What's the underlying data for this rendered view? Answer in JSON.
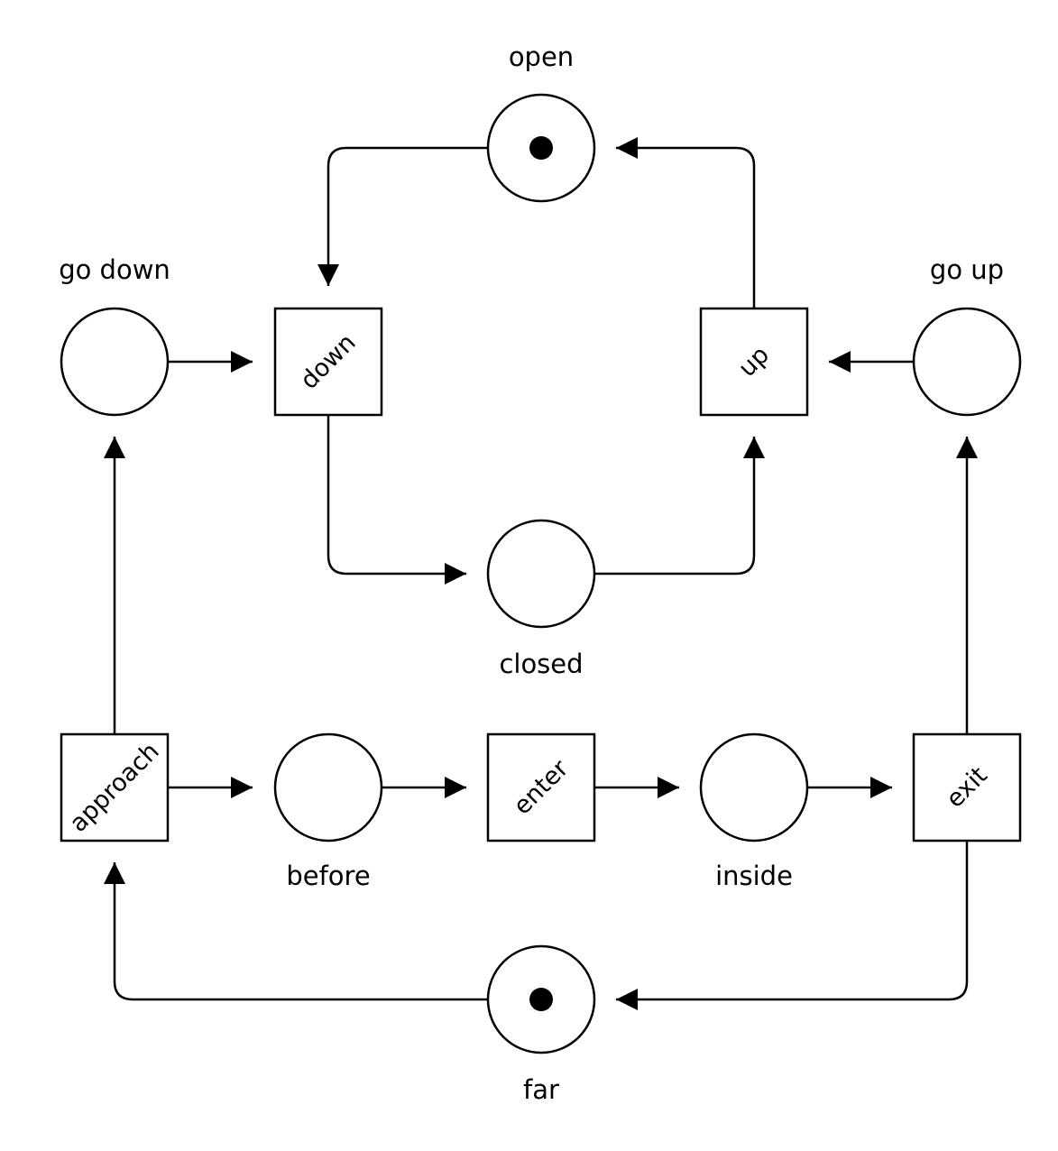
{
  "places": {
    "open": {
      "label": "open",
      "tokens": 1
    },
    "go_down": {
      "label": "go down",
      "tokens": 0
    },
    "go_up": {
      "label": "go up",
      "tokens": 0
    },
    "closed": {
      "label": "closed",
      "tokens": 0
    },
    "before": {
      "label": "before",
      "tokens": 0
    },
    "inside": {
      "label": "inside",
      "tokens": 0
    },
    "far": {
      "label": "far",
      "tokens": 1
    }
  },
  "transitions": {
    "down": {
      "label": "down"
    },
    "up": {
      "label": "up"
    },
    "approach": {
      "label": "approach"
    },
    "enter": {
      "label": "enter"
    },
    "exit": {
      "label": "exit"
    }
  },
  "arcs": [
    {
      "from": "open",
      "to": "down"
    },
    {
      "from": "up",
      "to": "open"
    },
    {
      "from": "go_down",
      "to": "down"
    },
    {
      "from": "go_up",
      "to": "up"
    },
    {
      "from": "down",
      "to": "closed"
    },
    {
      "from": "closed",
      "to": "up"
    },
    {
      "from": "approach",
      "to": "go_down"
    },
    {
      "from": "approach",
      "to": "before"
    },
    {
      "from": "before",
      "to": "enter"
    },
    {
      "from": "enter",
      "to": "inside"
    },
    {
      "from": "inside",
      "to": "exit"
    },
    {
      "from": "exit",
      "to": "go_up"
    },
    {
      "from": "exit",
      "to": "far"
    },
    {
      "from": "far",
      "to": "approach"
    }
  ]
}
